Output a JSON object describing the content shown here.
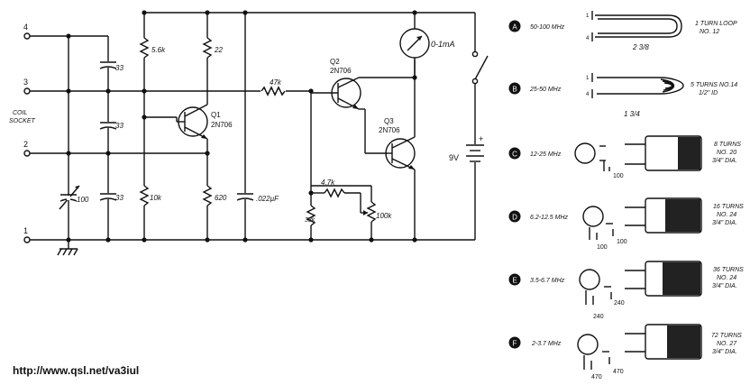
{
  "socket": {
    "label_line1": "COIL",
    "label_line2": "SOCKET",
    "pins": [
      "4",
      "3",
      "2",
      "1"
    ]
  },
  "components": {
    "c_top": "33",
    "c_mid": "33",
    "c_bot": "33",
    "c_var": "100",
    "r_56k": "5.6k",
    "r_22": "22",
    "r_10k": "10k",
    "r_620": "620",
    "r_47k_series": "47k",
    "c_022": ".022µF",
    "r_4_7k": "4.7k",
    "r_33k": "33k",
    "pot_100k": "100k",
    "meter": "0-1mA",
    "battery": "9V",
    "battery_plus": "+"
  },
  "transistors": [
    {
      "ref": "Q1",
      "type": "2N706"
    },
    {
      "ref": "Q2",
      "type": "2N706"
    },
    {
      "ref": "Q3",
      "type": "2N706"
    }
  ],
  "coils": [
    {
      "letter": "A",
      "range": "50-100 MHz",
      "spec": [
        "1 TURN LOOP",
        "NO. 12"
      ],
      "dim": "2 3/8"
    },
    {
      "letter": "B",
      "range": "25-50 MHz",
      "spec": [
        "5 TURNS NO.14",
        "1/2\" ID"
      ],
      "dim": "1 3/4"
    },
    {
      "letter": "C",
      "range": "12-25 MHz",
      "spec": [
        "8 TURNS",
        "NO. 20",
        "3/4\" DIA."
      ],
      "caps": [
        "100"
      ]
    },
    {
      "letter": "D",
      "range": "6.2-12.5 MHz",
      "spec": [
        "16 TURNS",
        "NO. 24",
        "3/4\" DIA."
      ],
      "caps": [
        "100",
        "100"
      ]
    },
    {
      "letter": "E",
      "range": "3.5-6.7 MHz",
      "spec": [
        "36 TURNS",
        "NO. 24",
        "3/4\" DIA."
      ],
      "caps": [
        "240",
        "240"
      ]
    },
    {
      "letter": "F",
      "range": "2-3.7 MHz",
      "spec": [
        "72 TURNS",
        "NO. 27",
        "3/4\" DIA."
      ],
      "caps": [
        "470",
        "470"
      ]
    }
  ],
  "footer": {
    "url": "http://www.qsl.net/va3iul"
  }
}
